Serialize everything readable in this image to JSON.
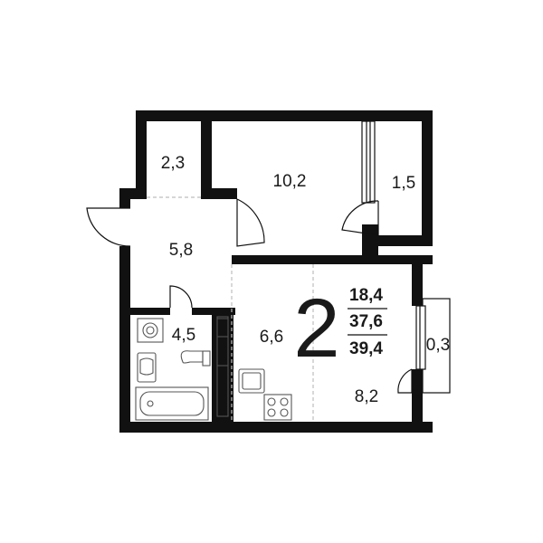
{
  "rooms": [
    {
      "key": "storage",
      "area": "2,3"
    },
    {
      "key": "bedroom",
      "area": "10,2"
    },
    {
      "key": "loggia",
      "area": "1,5"
    },
    {
      "key": "hall",
      "area": "5,8"
    },
    {
      "key": "bathroom",
      "area": "4,5"
    },
    {
      "key": "kitchen",
      "area": "6,6"
    },
    {
      "key": "living",
      "area": "8,2"
    },
    {
      "key": "balcony",
      "area": "0,3"
    }
  ],
  "summary": {
    "room_count": "2",
    "living_area": "18,4",
    "total_area": "37,6",
    "total_with_balcony": "39,4"
  }
}
